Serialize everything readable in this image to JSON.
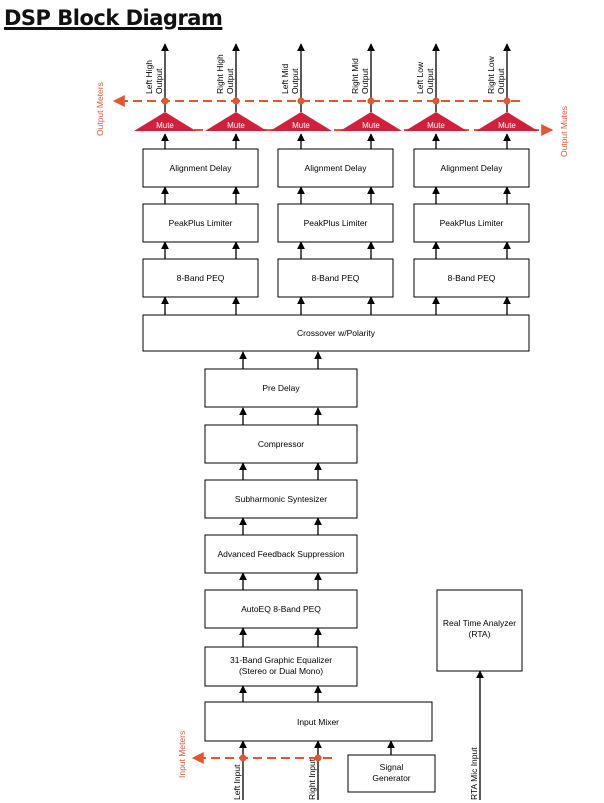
{
  "title": "DSP Block Diagram",
  "colors": {
    "accent": "#e2572f",
    "mute_fill": "#d21f3c",
    "line": "#000000"
  },
  "outputs": [
    "Left High Output",
    "Right High Output",
    "Left Mid Output",
    "Right Mid Output",
    "Left Low Output",
    "Right Low Output"
  ],
  "side_labels": {
    "output_meters": "Output Meters",
    "output_mutes": "Output Mutes",
    "input_meters": "Input Meters"
  },
  "mute_label": "Mute",
  "band_blocks": {
    "alignment_delay": "Alignment Delay",
    "limiter": "PeakPlus Limiter",
    "peq": "8-Band PEQ"
  },
  "crossover": "Crossover w/Polarity",
  "chain": {
    "pre_delay": "Pre Delay",
    "compressor": "Compressor",
    "subharmonic": "Subharmonic Syntesizer",
    "afs": "Advanced Feedback Suppression",
    "autoeq": "AutoEQ 8-Band PEQ",
    "geq_line1": "31-Band Graphic Equalizer",
    "geq_line2": "(Stereo or Dual Mono)",
    "input_mixer": "Input Mixer"
  },
  "rta_line1": "Real Time Analyzer",
  "rta_line2": "(RTA)",
  "signal_gen_line1": "Signal",
  "signal_gen_line2": "Generator",
  "inputs": {
    "left": "Left Input",
    "right": "Right Input",
    "rta_mic": "RTA Mic Input"
  }
}
